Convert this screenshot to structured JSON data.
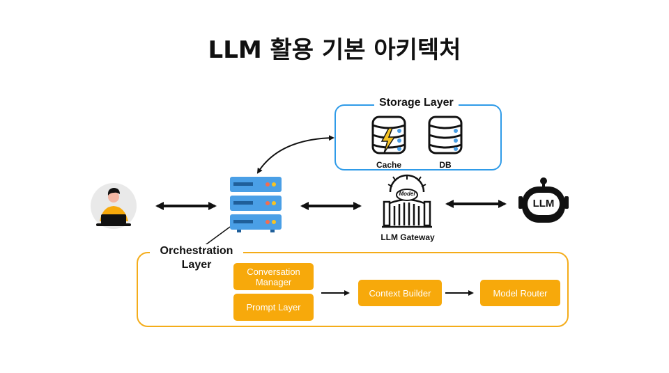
{
  "title": "LLM 활용 기본 아키텍처",
  "storage_layer": {
    "label": "Storage Layer",
    "cache_label": "Cache",
    "db_label": "DB"
  },
  "orchestration_layer": {
    "label": "Orchestration Layer",
    "boxes": {
      "conversation_manager": "Conversation Manager",
      "prompt_layer": "Prompt Layer",
      "context_builder": "Context Builder",
      "model_router": "Model Router"
    }
  },
  "gateway": {
    "label": "LLM Gateway",
    "sign_text": "Model"
  },
  "llm_icon_text": "LLM",
  "colors": {
    "storage_border": "#2f9be8",
    "orchestration": "#f4ac19",
    "orange_box": "#f7a90b",
    "server_blue": "#4a9fe6",
    "bolt": "#f6c324"
  }
}
